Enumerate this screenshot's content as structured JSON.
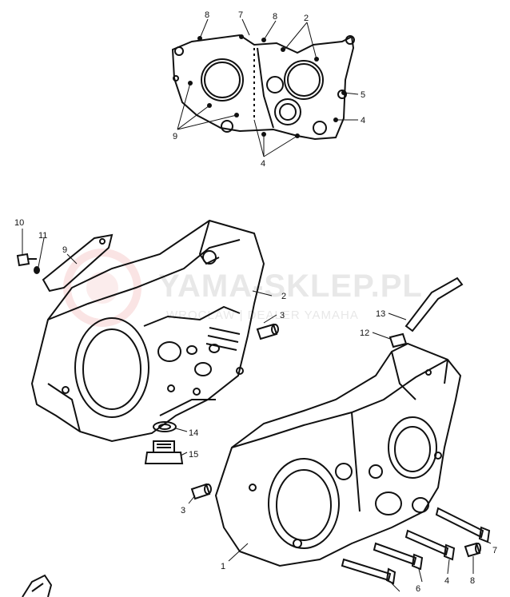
{
  "watermark": {
    "main": "YAMA-SKLEP.PL",
    "sub": "WROCŁAW | DEALER YAMAHA",
    "logo": "watermark-logo-icon"
  },
  "callouts": {
    "top_gasket": [
      "8",
      "7",
      "8",
      "2",
      "5",
      "4",
      "9",
      "4"
    ],
    "left_case": [
      "10",
      "11",
      "9",
      "2",
      "3",
      "14",
      "15"
    ],
    "right_case": [
      "13",
      "12",
      "3",
      "1",
      "6",
      "4",
      "8",
      "7"
    ]
  }
}
